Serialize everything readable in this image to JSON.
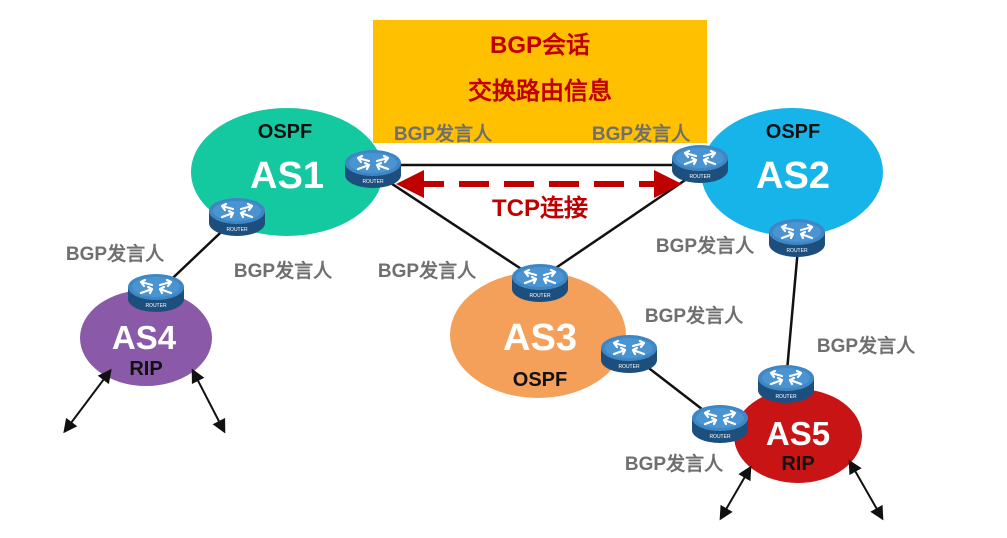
{
  "header": {
    "line1": "BGP会话",
    "line2": "交换路由信息",
    "box_color": "#ffc000"
  },
  "tcp_label": "TCP连接",
  "router_label": "ROUTER",
  "systems": {
    "as1": {
      "name": "AS1",
      "protocol": "OSPF",
      "color": "#14c8a0"
    },
    "as2": {
      "name": "AS2",
      "protocol": "OSPF",
      "color": "#17b4ea"
    },
    "as3": {
      "name": "AS3",
      "protocol": "OSPF",
      "color": "#f4a05a"
    },
    "as4": {
      "name": "AS4",
      "protocol": "RIP",
      "color": "#8a5aa8"
    },
    "as5": {
      "name": "AS5",
      "protocol": "RIP",
      "color": "#c81414"
    }
  },
  "speakers": {
    "as1_top": "BGP发言人",
    "as2_top": "BGP发言人",
    "as4_left": "BGP发言人",
    "as1_bottom": "BGP发言人",
    "as3_left": "BGP发言人",
    "as2_left": "BGP发言人",
    "as3_right": "BGP发言人",
    "as5_right": "BGP发言人",
    "as5_bottom": "BGP发言人"
  },
  "colors": {
    "title_red": "#c00000",
    "speaker_gray": "#6f6f6f",
    "router_blue": "#2d6fa8"
  }
}
